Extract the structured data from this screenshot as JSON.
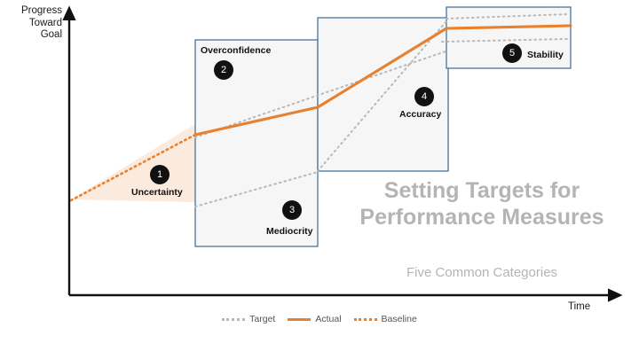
{
  "axes": {
    "y_label": "Progress\nToward\nGoal",
    "x_label": "Time"
  },
  "deck": {
    "title": "Setting Targets for Performance Measures",
    "subtitle": "Five Common Categories"
  },
  "categories": [
    {
      "number": "1",
      "label": "Uncertainty"
    },
    {
      "number": "2",
      "label": "Overconfidence"
    },
    {
      "number": "3",
      "label": "Mediocrity"
    },
    {
      "number": "4",
      "label": "Accuracy"
    },
    {
      "number": "5",
      "label": "Stability"
    }
  ],
  "legend": [
    {
      "label": "Target",
      "style": "dotted",
      "color": "#b8b8b8"
    },
    {
      "label": "Actual",
      "style": "solid",
      "color": "#e8812f"
    },
    {
      "label": "Baseline",
      "style": "dotted-orange",
      "color": "#e8812f"
    }
  ],
  "colors": {
    "actual": "#e8812f",
    "baseline": "#e8812f",
    "target": "#b8b8b8",
    "box_stroke": "#4a749c",
    "box_fill": "#f6f6f6",
    "cone_fill": "#fbeade",
    "axis": "#111111",
    "faded_text": "#b4b4b4"
  },
  "chart_data": {
    "type": "line",
    "title": "Setting Targets for Performance Measures",
    "subtitle": "Five Common Categories",
    "xlabel": "Time",
    "ylabel": "Progress Toward Goal",
    "grid": false,
    "legend_position": "bottom",
    "xlim": [
      0,
      100
    ],
    "ylim": [
      0,
      100
    ],
    "series": [
      {
        "name": "Baseline",
        "style": "dotted",
        "color": "#e8812f",
        "points": [
          [
            0,
            28
          ],
          [
            23,
            50
          ]
        ]
      },
      {
        "name": "Actual",
        "style": "solid",
        "color": "#e8812f",
        "points": [
          [
            23,
            50
          ],
          [
            47,
            62
          ],
          [
            68,
            87
          ],
          [
            89,
            90
          ],
          [
            100,
            90
          ]
        ]
      },
      {
        "name": "Target (overconfidence)",
        "style": "dotted",
        "color": "#b8b8b8",
        "points": [
          [
            23,
            40
          ],
          [
            57,
            79
          ]
        ]
      },
      {
        "name": "Target (mediocrity)",
        "style": "dotted",
        "color": "#b8b8b8",
        "points": [
          [
            23,
            15
          ],
          [
            57,
            32
          ]
        ]
      },
      {
        "name": "Target (accuracy)",
        "style": "dotted",
        "color": "#b8b8b8",
        "points": [
          [
            57,
            32
          ],
          [
            72,
            90
          ]
        ]
      },
      {
        "name": "Target (stability upper)",
        "style": "dotted",
        "color": "#b8b8b8",
        "points": [
          [
            72,
            93
          ],
          [
            100,
            95
          ]
        ]
      },
      {
        "name": "Target (stability lower)",
        "style": "dotted",
        "color": "#b8b8b8",
        "points": [
          [
            72,
            84
          ],
          [
            100,
            84
          ]
        ]
      }
    ],
    "regions": [
      {
        "name": "Uncertainty",
        "number": 1,
        "shape": "cone"
      },
      {
        "name": "Overconfidence",
        "number": 2,
        "shape": "box"
      },
      {
        "name": "Mediocrity",
        "number": 3,
        "shape": "box"
      },
      {
        "name": "Accuracy",
        "number": 4,
        "shape": "box"
      },
      {
        "name": "Stability",
        "number": 5,
        "shape": "box"
      }
    ]
  }
}
